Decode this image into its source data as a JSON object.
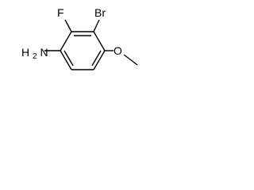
{
  "molecule": {
    "atoms": {
      "fluorine": "F",
      "bromine": "Br",
      "amine": "H2N",
      "amine_prefix": "H",
      "amine_subscript": "2",
      "amine_suffix": "N",
      "oxygen": "O"
    },
    "colors": {
      "bond": "#000000",
      "label": "#000000",
      "background": "#ffffff"
    }
  }
}
